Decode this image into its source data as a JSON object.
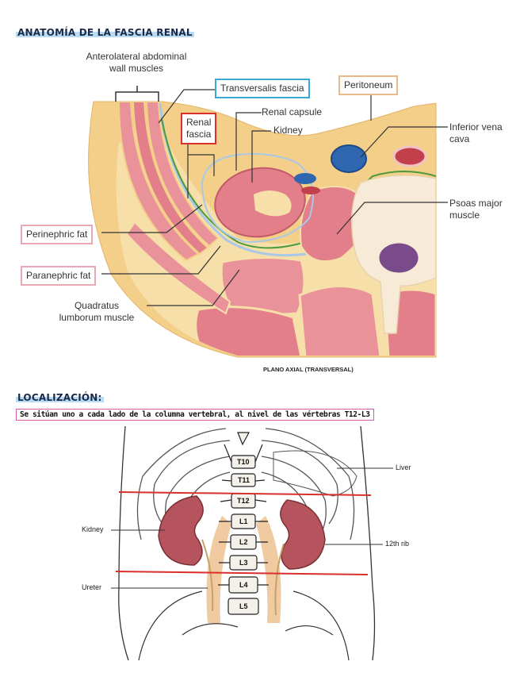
{
  "section1": {
    "title": "ANATOMÍA DE LA FASCIA RENAL",
    "labels": {
      "anterolateral": "Anterolateral abdominal\nwall muscles",
      "transversalis": "Transversalis fascia",
      "peritoneum": "Peritoneum",
      "renal_fascia": "Renal\nfascia",
      "renal_capsule": "Renal capsule",
      "kidney": "Kidney",
      "ivc": "Inferior vena\ncava",
      "psoas": "Psoas major\nmuscle",
      "perinephric": "Perinephric fat",
      "paranephric": "Paranephric fat",
      "quadratus": "Quadratus\nlumborum muscle"
    },
    "caption": "PLANO AXIAL (TRANSVERSAL)"
  },
  "section2": {
    "title": "LOCALIZACIÓN:",
    "description": "Se sitúan uno a cada lado de la columna vertebral, al nivel de las vértebras T12-L3",
    "labels": {
      "liver": "Liver",
      "kidney": "Kidney",
      "rib12": "12th rib",
      "ureter": "Ureter"
    },
    "vertebrae": [
      "T10",
      "T11",
      "T12",
      "L1",
      "L2",
      "L3",
      "L4",
      "L5"
    ]
  },
  "colors": {
    "heading_highlight": "#b9dcf4",
    "transversalis_box": "#3ba9d6",
    "peritoneum_box": "#e8b98a",
    "renal_fascia_box": "#d9302c",
    "fat_box": "#e8a9b5",
    "level_line": "#d9302c",
    "description_border": "#d95aa8"
  }
}
